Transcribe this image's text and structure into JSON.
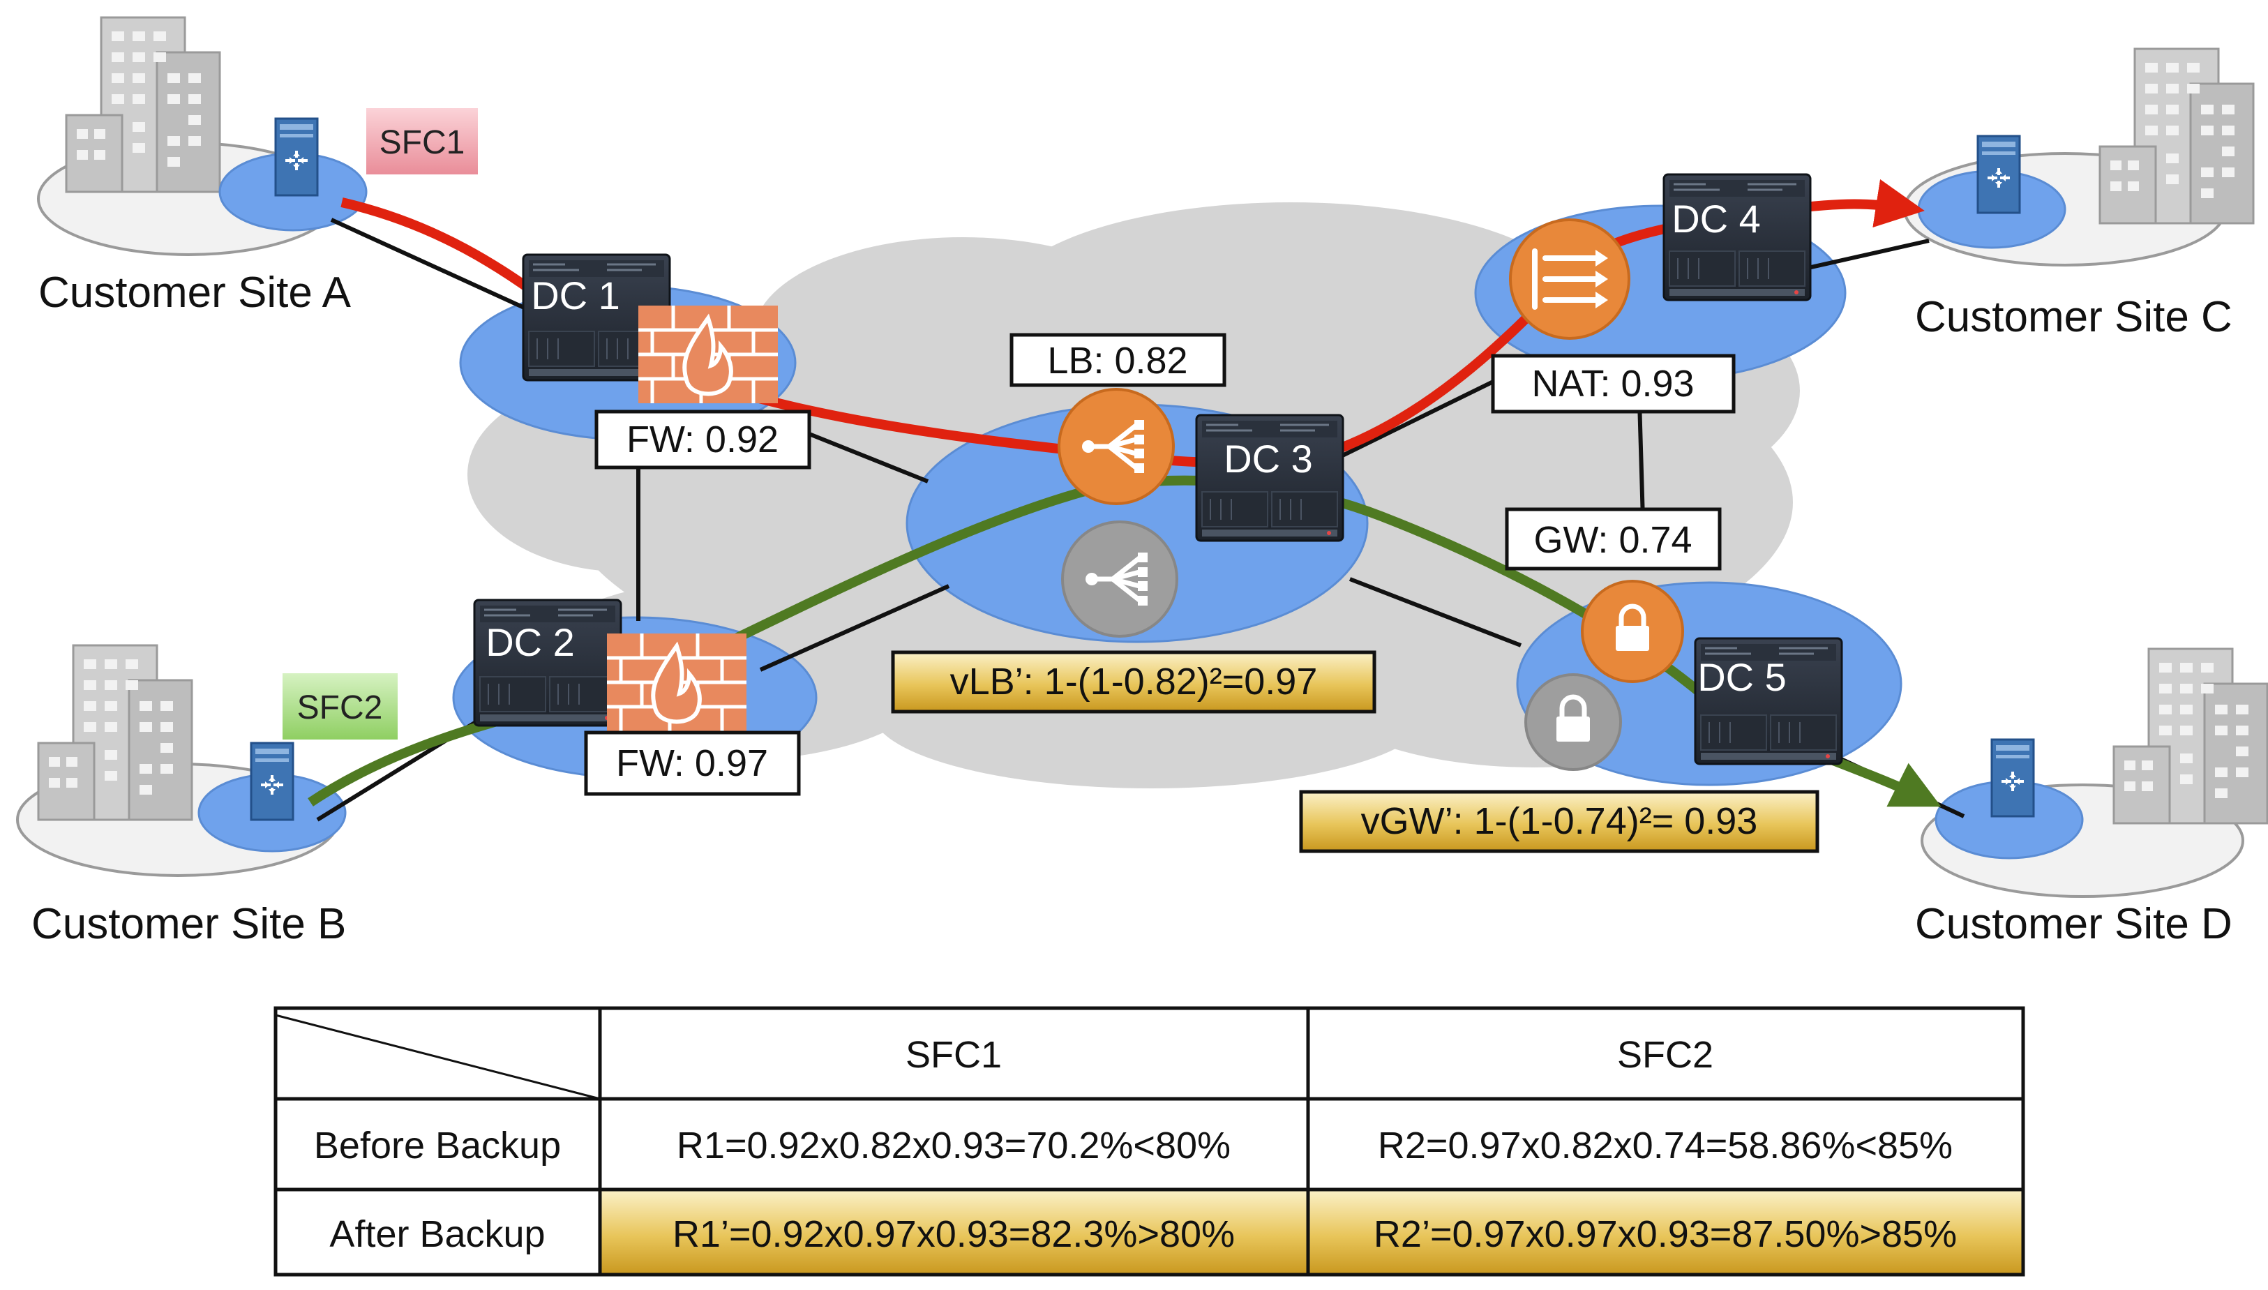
{
  "sites": {
    "a": "Customer Site A",
    "b": "Customer Site B",
    "c": "Customer Site C",
    "d": "Customer Site D"
  },
  "tags": {
    "sfc1": "SFC1",
    "sfc2": "SFC2"
  },
  "datacenters": {
    "dc1": "DC 1",
    "dc2": "DC 2",
    "dc3": "DC 3",
    "dc4": "DC 4",
    "dc5": "DC 5"
  },
  "functions": {
    "fw1": "FW: 0.92",
    "fw2": "FW: 0.97",
    "lb": "LB: 0.82",
    "nat": "NAT: 0.93",
    "gw": "GW: 0.74"
  },
  "backups": {
    "vlb": "vLB’: 1-(1-0.82)²=0.97",
    "vgw": "vGW’: 1-(1-0.74)²= 0.93"
  },
  "table": {
    "headers": [
      "SFC1",
      "SFC2"
    ],
    "rows": [
      {
        "label": "Before Backup",
        "cells": [
          "R1=0.92x0.82x0.93=70.2%<80%",
          "R2=0.97x0.82x0.74=58.86%<85%"
        ]
      },
      {
        "label": "After Backup",
        "cells": [
          "R1’=0.92x0.97x0.93=82.3%>80%",
          "R2’=0.97x0.97x0.93=87.50%>85%"
        ]
      }
    ]
  },
  "colors": {
    "sfc1_path": "#e0220f",
    "sfc2_path": "#4f7a22",
    "dc_ellipse": "#6fa2ec",
    "cloud": "#d4d4d4",
    "vnf_orange": "#e8883a",
    "vnf_gray": "#9e9e9e",
    "backup_fill": "#dfb94a",
    "sfc1_tag": "#f0a2ac",
    "sfc2_tag": "#a9db86"
  }
}
